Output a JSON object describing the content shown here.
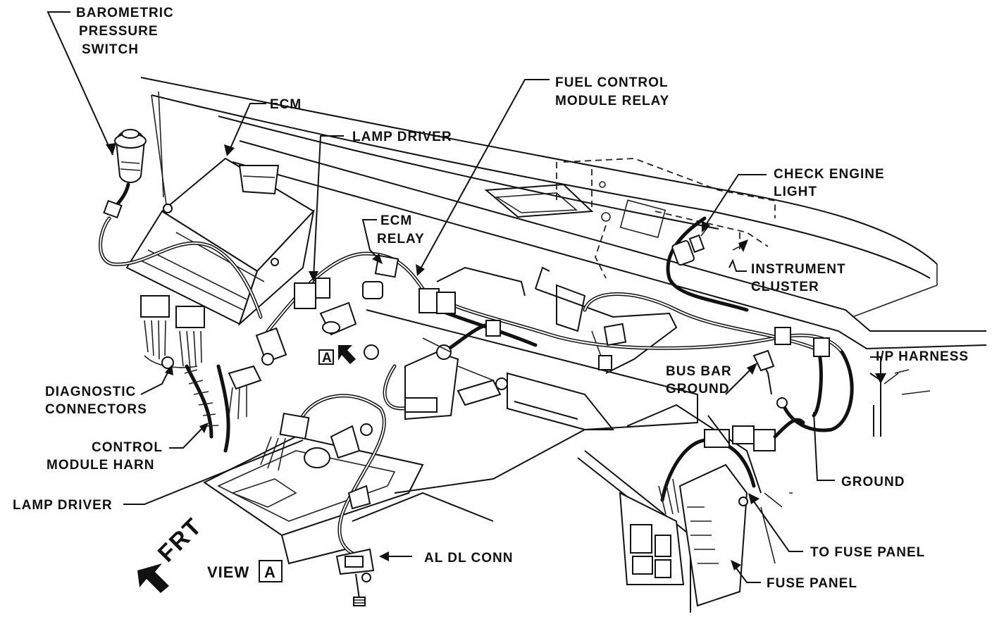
{
  "labels": {
    "barometric": [
      "BAROMETRIC",
      "PRESSURE",
      "SWITCH"
    ],
    "ecm": "ECM",
    "lamp_driver_top": "LAMP  DRIVER",
    "ecm_relay": [
      "ECM",
      "RELAY"
    ],
    "fuel_control": [
      "FUEL  CONTROL",
      "MODULE  RELAY"
    ],
    "check_engine": [
      "CHECK  ENGINE",
      "LIGHT"
    ],
    "instrument_cluster": [
      "INSTRUMENT",
      "CLUSTER"
    ],
    "ip_harness": "I/P  HARNESS",
    "bus_bar": [
      "BUS  BAR",
      "GROUND"
    ],
    "ground": "GROUND",
    "to_fuse_panel": "TO  FUSE  PANEL",
    "fuse_panel": "FUSE  PANEL",
    "aldl": "AL DL    CONN",
    "view": "VIEW",
    "view_letter": "A",
    "arrow_letter": "A",
    "frt": "FRT",
    "lamp_driver_bottom": "LAMP  DRIVER",
    "control_module": [
      "CONTROL",
      "MODULE  HARN"
    ],
    "diagnostic": [
      "DIAGNOSTIC",
      "CONNECTORS"
    ]
  },
  "colors": {
    "ink": "#111111",
    "paper": "#ffffff"
  }
}
